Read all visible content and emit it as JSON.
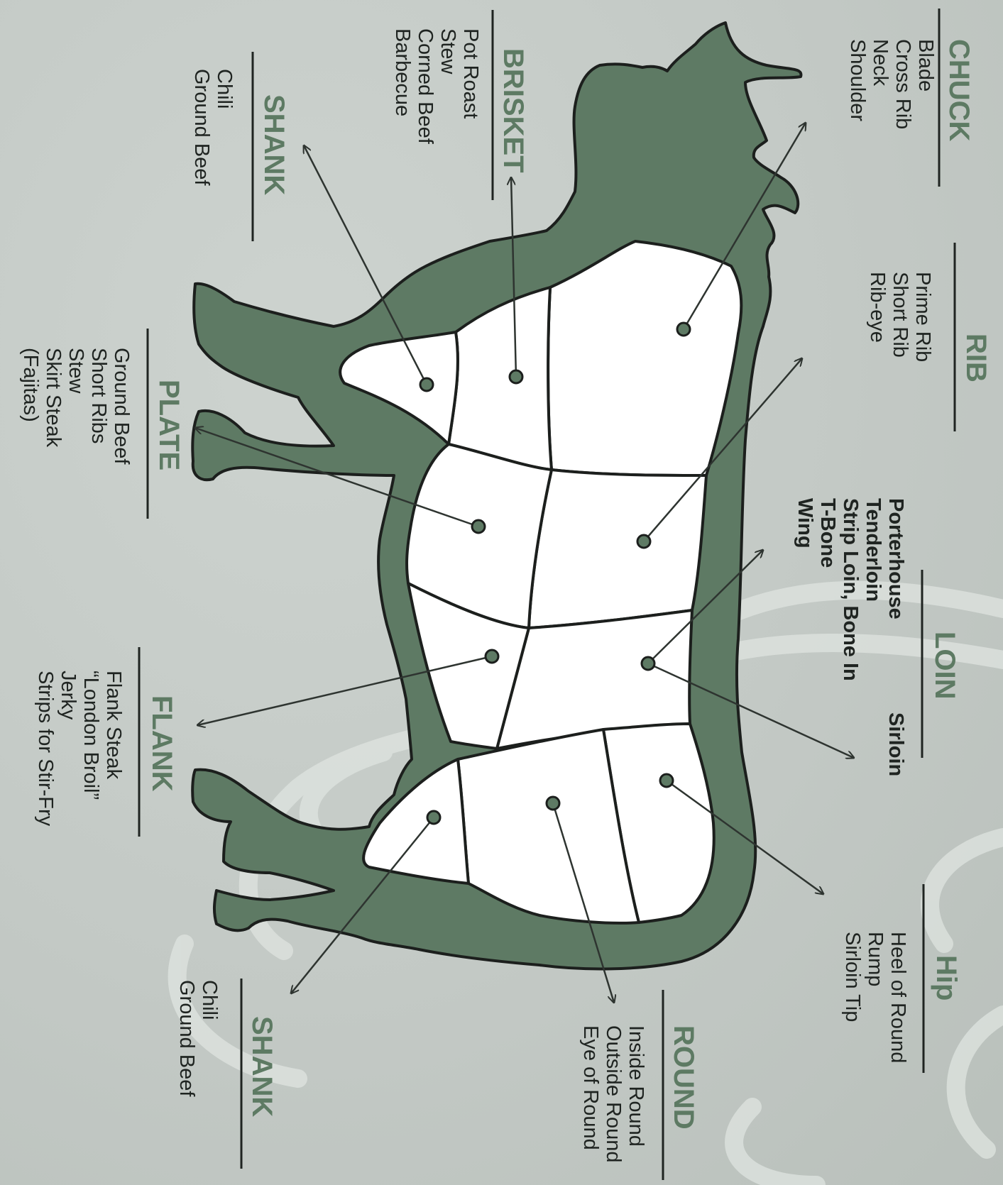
{
  "colors": {
    "background": "#c3c9c5",
    "silhouette": "#5e7a64",
    "outline": "#1c1f1d",
    "cut_fill": "#ffffff",
    "heading": "#5d7a63",
    "text": "#1f2421",
    "watermark": "#dfe4e0"
  },
  "labels": {
    "chuck": {
      "title": "CHUCK",
      "items": [
        "Blade",
        "Cross Rib",
        "Neck",
        "Shoulder"
      ]
    },
    "rib": {
      "title": "RIB",
      "items": [
        "Prime Rib",
        "Short Rib",
        "Rib-eye"
      ]
    },
    "loin": {
      "title": "LOIN",
      "items": [
        "Porterhouse",
        "Tenderloin",
        "Strip Loin, Bone In",
        "T-Bone",
        "Wing"
      ],
      "extra": "Sirloin"
    },
    "hip": {
      "title": "Hip",
      "items": [
        "Heel of Round",
        "Rump",
        "Sirloin Tip"
      ]
    },
    "round": {
      "title": "ROUND",
      "items": [
        "Inside Round",
        "Outside Round",
        "Eye of Round"
      ]
    },
    "brisket": {
      "title": "BRISKET",
      "items": [
        "Pot Roast",
        "Stew",
        "Corned Beef",
        "Barbecue"
      ]
    },
    "shank_front": {
      "title": "SHANK",
      "items": [
        "Chili",
        "Ground Beef"
      ]
    },
    "plate": {
      "title": "PLATE",
      "items": [
        "Ground Beef",
        "Short Ribs",
        "Stew",
        "Skirt Steak",
        "(Fajitas)"
      ]
    },
    "flank": {
      "title": "FLANK",
      "items": [
        "Flank Steak",
        "“London Broil”",
        "Jerky",
        "Strips for Stir-Fry"
      ]
    },
    "shank_rear": {
      "title": "SHANK",
      "items": [
        "Chili",
        "Ground Beef"
      ]
    }
  }
}
